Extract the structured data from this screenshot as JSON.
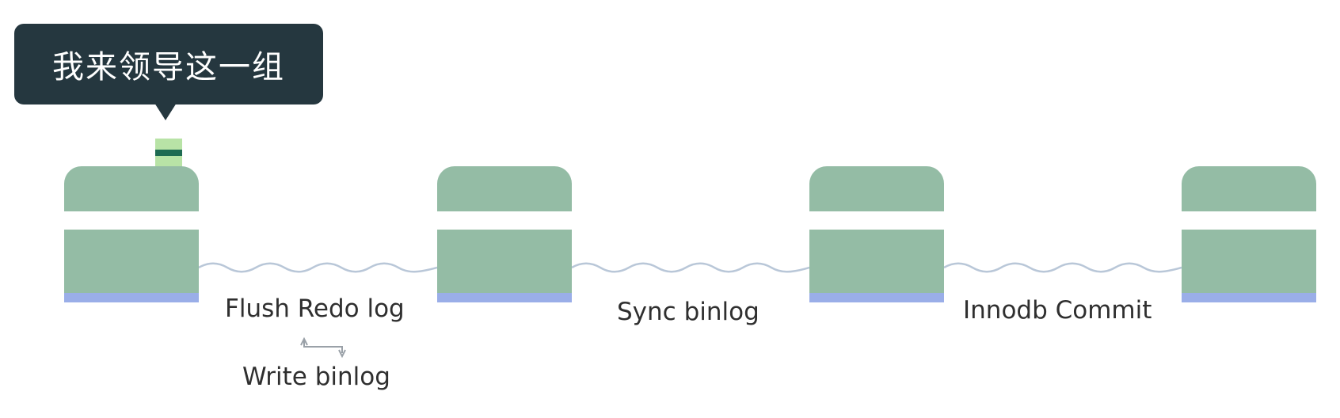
{
  "callout": {
    "text": "我来领导这一组"
  },
  "labels": {
    "flush_redo_log": "Flush Redo log",
    "write_binlog": "Write binlog",
    "sync_binlog": "Sync binlog",
    "innodb_commit": "Innodb Commit"
  },
  "colors": {
    "callout_bg": "#25373f",
    "stage_green": "#94bca5",
    "stage_base_blue": "#9aaee8",
    "token_light_green": "#b8e3a6",
    "token_dark_green": "#1e6b52",
    "connector_wave": "#b9c7d8",
    "label_text": "#2f2f2f"
  }
}
